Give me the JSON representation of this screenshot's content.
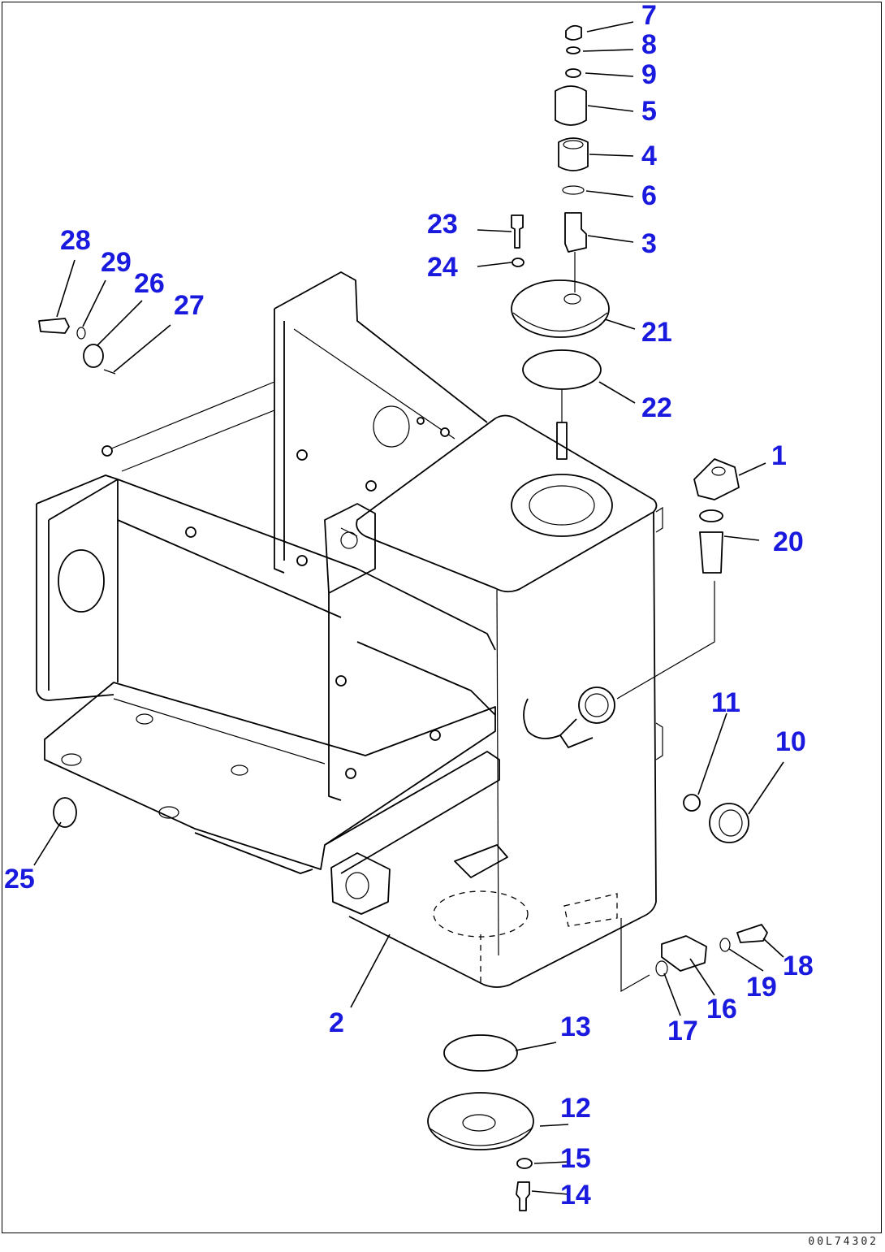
{
  "drawing": {
    "code": "00L74302",
    "label_color": "#1a1adf"
  },
  "parts": [
    {
      "id": "p1",
      "number": "1"
    },
    {
      "id": "p2",
      "number": "2"
    },
    {
      "id": "p3",
      "number": "3"
    },
    {
      "id": "p4",
      "number": "4"
    },
    {
      "id": "p5",
      "number": "5"
    },
    {
      "id": "p6",
      "number": "6"
    },
    {
      "id": "p7",
      "number": "7"
    },
    {
      "id": "p8",
      "number": "8"
    },
    {
      "id": "p9",
      "number": "9"
    },
    {
      "id": "p10",
      "number": "10"
    },
    {
      "id": "p11",
      "number": "11"
    },
    {
      "id": "p12",
      "number": "12"
    },
    {
      "id": "p13",
      "number": "13"
    },
    {
      "id": "p14",
      "number": "14"
    },
    {
      "id": "p15",
      "number": "15"
    },
    {
      "id": "p16",
      "number": "16"
    },
    {
      "id": "p17",
      "number": "17"
    },
    {
      "id": "p18",
      "number": "18"
    },
    {
      "id": "p19",
      "number": "19"
    },
    {
      "id": "p20",
      "number": "20"
    },
    {
      "id": "p21",
      "number": "21"
    },
    {
      "id": "p22",
      "number": "22"
    },
    {
      "id": "p23",
      "number": "23"
    },
    {
      "id": "p24",
      "number": "24"
    },
    {
      "id": "p25",
      "number": "25"
    },
    {
      "id": "p26",
      "number": "26"
    },
    {
      "id": "p27",
      "number": "27"
    },
    {
      "id": "p28",
      "number": "28"
    },
    {
      "id": "p29",
      "number": "29"
    }
  ]
}
